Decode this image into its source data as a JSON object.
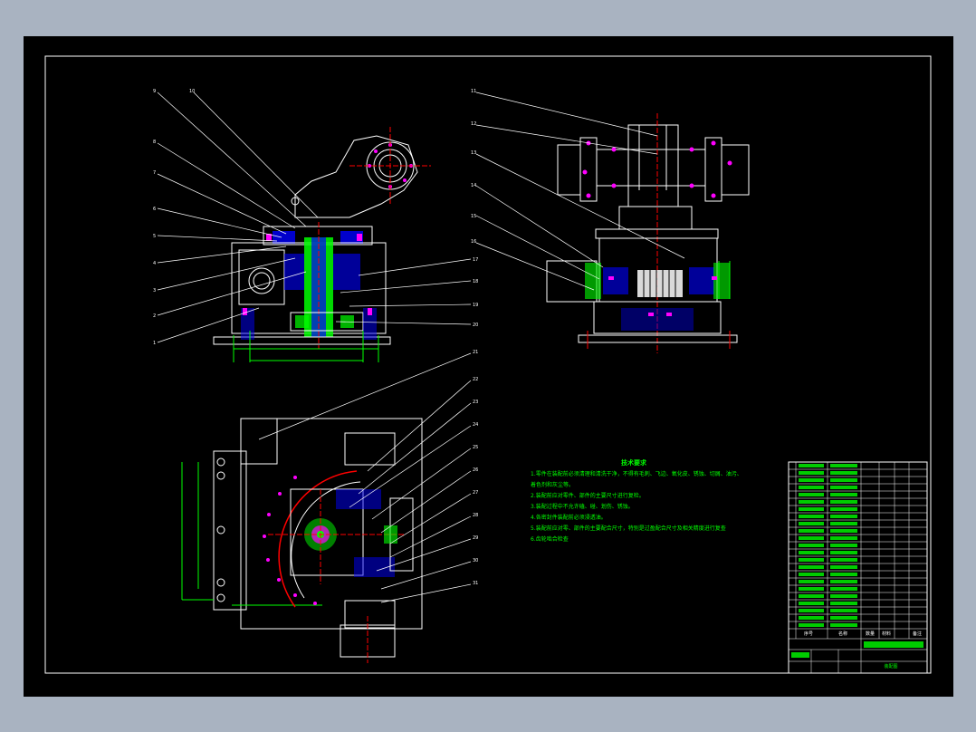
{
  "notes": {
    "title": "技术要求",
    "lines": [
      "1.零件在装配前必须清理和清洗干净，不得有毛刺、飞边、氧化皮、锈蚀、切屑、油污、",
      "着色剂和灰尘等。",
      "2.装配前应对零件、部件的主要尺寸进行复检。",
      "3.装配过程中不允许磕、碰、划伤、锈蚀。",
      "4.各密封件装配前必须浸透油。",
      "5.装配前应对零、部件的主要配合尺寸，特别是过盈配合尺寸及相关精度进行复查",
      "6.齿轮啮合检查"
    ]
  },
  "title_block": {
    "drawing_title": "装配图",
    "label_quantity": "数量",
    "label_material": "材料",
    "label_note": "备注",
    "label_seq": "序号",
    "label_name": "名称"
  },
  "colors": {
    "background": "#a9b3c1",
    "sheet": "#000000",
    "outline": "#ffffff",
    "section": "#00ff00",
    "hatch": "#0000ff",
    "center": "#ff0000",
    "leader": "#ffffff",
    "fasteners": "#ff00ff"
  }
}
